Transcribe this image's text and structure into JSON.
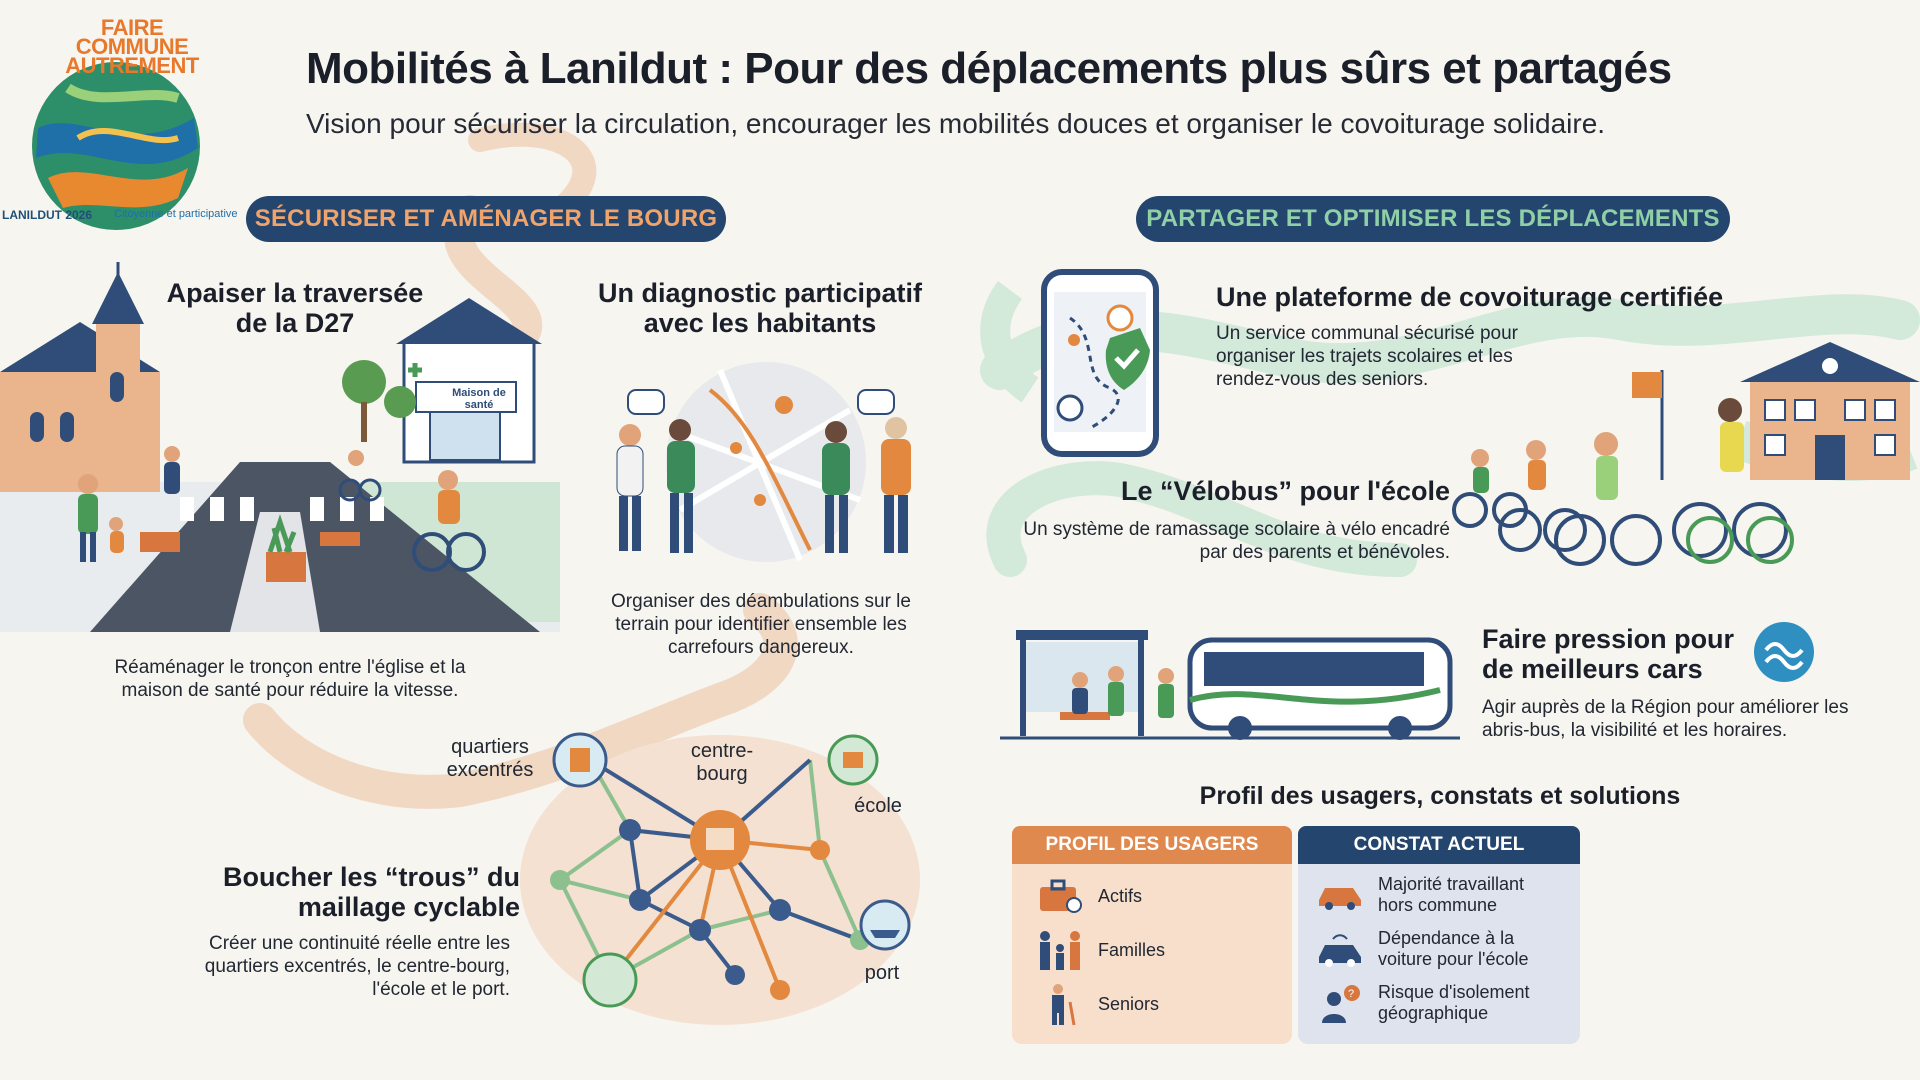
{
  "logo": {
    "lines": [
      "FAIRE",
      "COMMUNE",
      "AUTREMENT"
    ],
    "left_text": "LANILDUT 2026",
    "right_text": "Citoyenne et participative"
  },
  "header": {
    "title": "Mobilités à Lanildut : Pour des déplacements plus sûrs et partagés",
    "subtitle": "Vision pour sécuriser la circulation, encourager les mobilités douces et organiser le covoiturage solidaire."
  },
  "sections": {
    "left": "SÉCURISER ET AMÉNAGER LE BOURG",
    "right": "PARTAGER ET OPTIMISER LES DÉPLACEMENTS"
  },
  "d27": {
    "title": "Apaiser la traversée de la D27",
    "desc": "Réaménager le tronçon entre l'église et la maison de santé pour réduire la vitesse.",
    "sign": "Maison de santé"
  },
  "diagnostic": {
    "title": "Un diagnostic participatif avec les habitants",
    "desc": "Organiser des déambulations sur le terrain pour identifier ensemble les carrefours dangereux."
  },
  "network": {
    "title": "Boucher les “trous” du maillage cyclable",
    "desc": "Créer une continuité réelle entre les quartiers excentrés, le centre-bourg, l'école et le port.",
    "labels": {
      "quartiers": "quartiers excentrés",
      "centre": "centre-bourg",
      "ecole": "école",
      "port": "port"
    }
  },
  "covoiturage": {
    "title": "Une plateforme de covoiturage certifiée",
    "desc": "Un service communal sécurisé pour organiser les trajets scolaires et les rendez-vous des seniors."
  },
  "velobus": {
    "title": "Le “Vélobus” pour l'école",
    "desc": "Un système de ramassage scolaire à vélo encadré par des parents et bénévoles."
  },
  "cars": {
    "title": "Faire pression pour de meilleurs cars",
    "desc": "Agir auprès de la Région pour améliorer les abris-bus, la visibilité et les horaires."
  },
  "profile": {
    "title": "Profil des usagers, constats et solutions",
    "col1_header": "PROFIL DES USAGERS",
    "col2_header": "CONSTAT ACTUEL",
    "users": [
      "Actifs",
      "Familles",
      "Seniors"
    ],
    "constats": [
      "Majorité travaillant hors commune",
      "Dépendance à la voiture pour l'école",
      "Risque d'isolement géographique"
    ]
  },
  "colors": {
    "navy": "#24466e",
    "orange": "#e0894f",
    "green": "#5bab79",
    "teal": "#2f8fc0",
    "cream": "#f7f5ef"
  }
}
